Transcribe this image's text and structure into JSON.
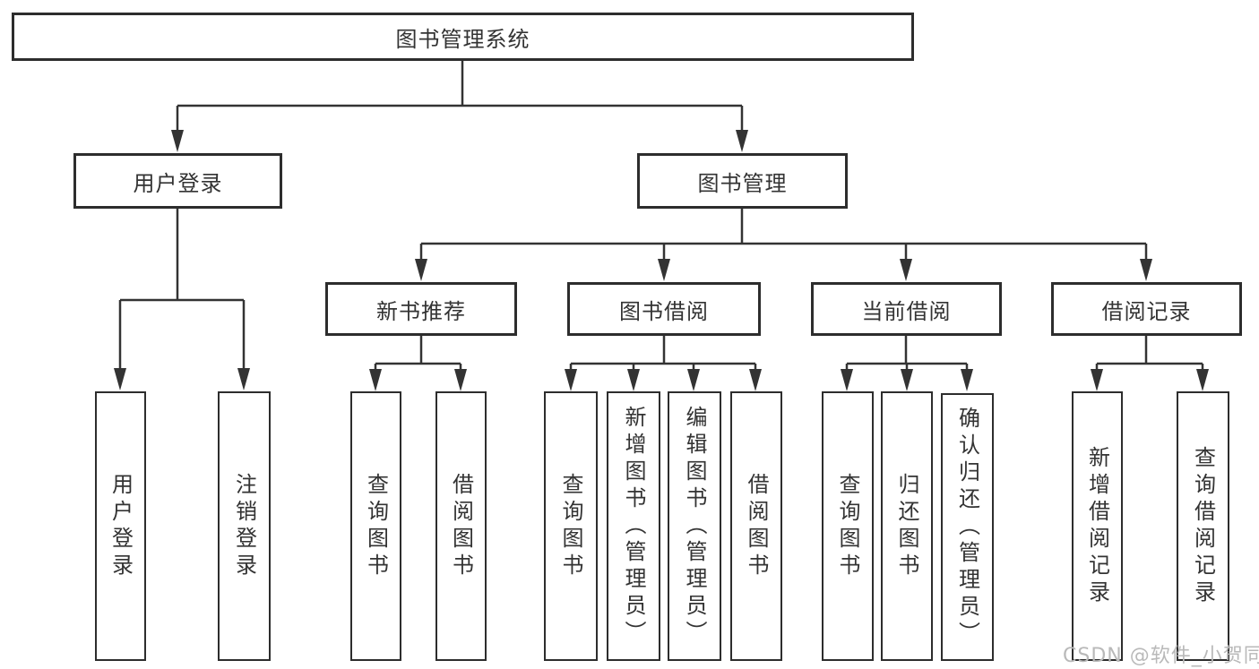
{
  "tree": {
    "root": "图书管理系统",
    "user_login": {
      "label": "用户登录",
      "children": [
        "用户登录",
        "注销登录"
      ]
    },
    "book_mgmt": {
      "label": "图书管理",
      "sections": [
        {
          "label": "新书推荐",
          "children": [
            "查询图书",
            "借阅图书"
          ]
        },
        {
          "label": "图书借阅",
          "children": [
            "查询图书",
            "新增图书（管理员）",
            "编辑图书（管理员）",
            "借阅图书"
          ]
        },
        {
          "label": "当前借阅",
          "children": [
            "查询图书",
            "归还图书",
            "确认归还（管理员）"
          ]
        },
        {
          "label": "借阅记录",
          "children": [
            "新增借阅记录",
            "查询借阅记录"
          ]
        }
      ]
    }
  },
  "watermark": "CSDN @软件_小贺同学",
  "colors": {
    "background": "#ffffff",
    "border": "#2d2d2d",
    "line": "#333333",
    "text": "#333333",
    "watermark": "#b9b9b9"
  }
}
